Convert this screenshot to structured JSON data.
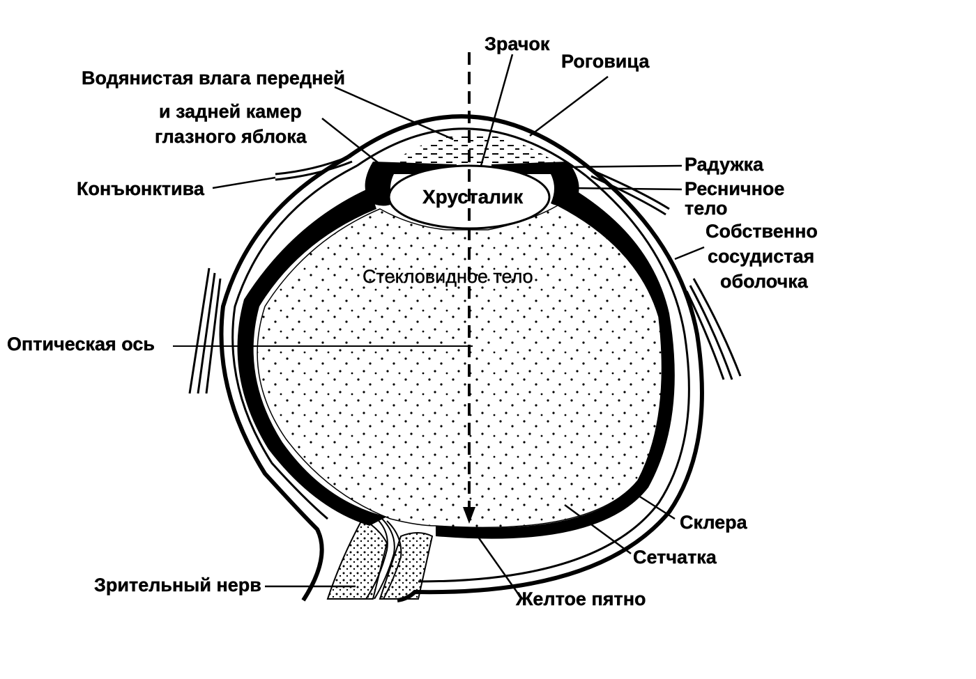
{
  "labels": {
    "pupil": "Зрачок",
    "cornea": "Роговица",
    "aqueous_1": "Водянистая влага передней",
    "aqueous_2": "и  задней камер",
    "aqueous_3": "глазного яблока",
    "iris": "Радужка",
    "ciliary_1": "Ресничное",
    "ciliary_2": "тело",
    "conjunctiva": "Конъюнктива",
    "lens": "Хрусталик",
    "choroid_1": "Собственно",
    "choroid_2": "сосудистая",
    "choroid_3": "оболочка",
    "vitreous": "Стекловидное тело",
    "optic_axis": "Оптическая ось",
    "sclera": "Склера",
    "retina": "Сетчатка",
    "optic_nerve": "Зрительный нерв",
    "macula": "Желтое пятно"
  },
  "colors": {
    "ink": "#000000",
    "paper": "#ffffff"
  }
}
